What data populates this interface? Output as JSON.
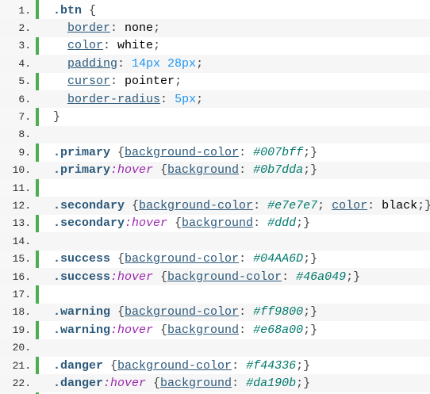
{
  "lines": [
    {
      "n": "1.",
      "segs": [
        [
          "sel",
          ".btn"
        ],
        [
          "punct",
          " {"
        ]
      ]
    },
    {
      "n": "2.",
      "segs": [
        [
          "ind",
          "  "
        ],
        [
          "prop",
          "border"
        ],
        [
          "punct",
          ": "
        ],
        [
          "val",
          "none"
        ],
        [
          "punct",
          ";"
        ]
      ]
    },
    {
      "n": "3.",
      "segs": [
        [
          "ind",
          "  "
        ],
        [
          "prop",
          "color"
        ],
        [
          "punct",
          ": "
        ],
        [
          "val",
          "white"
        ],
        [
          "punct",
          ";"
        ]
      ]
    },
    {
      "n": "4.",
      "segs": [
        [
          "ind",
          "  "
        ],
        [
          "prop",
          "padding"
        ],
        [
          "punct",
          ": "
        ],
        [
          "num",
          "14px 28px"
        ],
        [
          "punct",
          ";"
        ]
      ]
    },
    {
      "n": "5.",
      "segs": [
        [
          "ind",
          "  "
        ],
        [
          "prop",
          "cursor"
        ],
        [
          "punct",
          ": "
        ],
        [
          "val",
          "pointer"
        ],
        [
          "punct",
          ";"
        ]
      ]
    },
    {
      "n": "6.",
      "segs": [
        [
          "ind",
          "  "
        ],
        [
          "prop",
          "border-radius"
        ],
        [
          "punct",
          ": "
        ],
        [
          "num",
          "5px"
        ],
        [
          "punct",
          ";"
        ]
      ]
    },
    {
      "n": "7.",
      "segs": [
        [
          "punct",
          "}"
        ]
      ]
    },
    {
      "n": "8.",
      "segs": []
    },
    {
      "n": "9.",
      "segs": [
        [
          "sel",
          ".primary"
        ],
        [
          "punct",
          " {"
        ],
        [
          "prop",
          "background-color"
        ],
        [
          "punct",
          ": "
        ],
        [
          "hex",
          "#007bff"
        ],
        [
          "punct",
          ";}"
        ]
      ]
    },
    {
      "n": "10.",
      "segs": [
        [
          "sel",
          ".primary"
        ],
        [
          "pseudo",
          ":hover"
        ],
        [
          "punct",
          " {"
        ],
        [
          "prop",
          "background"
        ],
        [
          "punct",
          ": "
        ],
        [
          "hex",
          "#0b7dda"
        ],
        [
          "punct",
          ";}"
        ]
      ]
    },
    {
      "n": "11.",
      "segs": []
    },
    {
      "n": "12.",
      "segs": [
        [
          "sel",
          ".secondary"
        ],
        [
          "punct",
          " {"
        ],
        [
          "prop",
          "background-color"
        ],
        [
          "punct",
          ": "
        ],
        [
          "hex",
          "#e7e7e7"
        ],
        [
          "punct",
          "; "
        ],
        [
          "prop",
          "color"
        ],
        [
          "punct",
          ": "
        ],
        [
          "val",
          "black"
        ],
        [
          "punct",
          ";}"
        ]
      ]
    },
    {
      "n": "13.",
      "segs": [
        [
          "sel",
          ".secondary"
        ],
        [
          "pseudo",
          ":hover"
        ],
        [
          "punct",
          " {"
        ],
        [
          "prop",
          "background"
        ],
        [
          "punct",
          ": "
        ],
        [
          "hex",
          "#ddd"
        ],
        [
          "punct",
          ";}"
        ]
      ]
    },
    {
      "n": "14.",
      "segs": []
    },
    {
      "n": "15.",
      "segs": [
        [
          "sel",
          ".success"
        ],
        [
          "punct",
          " {"
        ],
        [
          "prop",
          "background-color"
        ],
        [
          "punct",
          ": "
        ],
        [
          "hex",
          "#04AA6D"
        ],
        [
          "punct",
          ";}"
        ]
      ]
    },
    {
      "n": "16.",
      "segs": [
        [
          "sel",
          ".success"
        ],
        [
          "pseudo",
          ":hover"
        ],
        [
          "punct",
          " {"
        ],
        [
          "prop",
          "background-color"
        ],
        [
          "punct",
          ": "
        ],
        [
          "hex",
          "#46a049"
        ],
        [
          "punct",
          ";}"
        ]
      ]
    },
    {
      "n": "17.",
      "segs": []
    },
    {
      "n": "18.",
      "segs": [
        [
          "sel",
          ".warning"
        ],
        [
          "punct",
          " {"
        ],
        [
          "prop",
          "background-color"
        ],
        [
          "punct",
          ": "
        ],
        [
          "hex",
          "#ff9800"
        ],
        [
          "punct",
          ";}"
        ]
      ]
    },
    {
      "n": "19.",
      "segs": [
        [
          "sel",
          ".warning"
        ],
        [
          "pseudo",
          ":hover"
        ],
        [
          "punct",
          " {"
        ],
        [
          "prop",
          "background"
        ],
        [
          "punct",
          ": "
        ],
        [
          "hex",
          "#e68a00"
        ],
        [
          "punct",
          ";}"
        ]
      ]
    },
    {
      "n": "20.",
      "segs": []
    },
    {
      "n": "21.",
      "segs": [
        [
          "sel",
          ".danger"
        ],
        [
          "punct",
          " {"
        ],
        [
          "prop",
          "background-color"
        ],
        [
          "punct",
          ": "
        ],
        [
          "hex",
          "#f44336"
        ],
        [
          "punct",
          ";}"
        ]
      ]
    },
    {
      "n": "22.",
      "segs": [
        [
          "sel",
          ".danger"
        ],
        [
          "pseudo",
          ":hover"
        ],
        [
          "punct",
          " {"
        ],
        [
          "prop",
          "background"
        ],
        [
          "punct",
          ": "
        ],
        [
          "hex",
          "#da190b"
        ],
        [
          "punct",
          ";}"
        ]
      ]
    }
  ],
  "colors": {
    "gutter_bar": "#4caf50",
    "selector": "#2d5a7b",
    "pseudo": "#9c27b0",
    "hex_value": "#00796b",
    "number": "#2196f3"
  }
}
